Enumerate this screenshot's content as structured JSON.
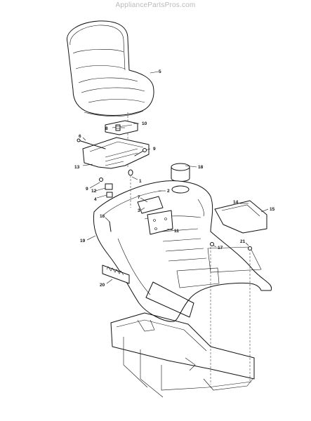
{
  "watermark": "AppliancePartsPros.com",
  "callouts": [
    {
      "id": "c5",
      "label": "5"
    },
    {
      "id": "c8",
      "label": "8"
    },
    {
      "id": "c10",
      "label": "10"
    },
    {
      "id": "c6",
      "label": "6"
    },
    {
      "id": "c9a",
      "label": "9"
    },
    {
      "id": "c13",
      "label": "13"
    },
    {
      "id": "c18",
      "label": "18"
    },
    {
      "id": "c1",
      "label": "1"
    },
    {
      "id": "c9b",
      "label": "9"
    },
    {
      "id": "c12",
      "label": "12"
    },
    {
      "id": "c4",
      "label": "4"
    },
    {
      "id": "c2",
      "label": "2"
    },
    {
      "id": "c7",
      "label": "7"
    },
    {
      "id": "c3",
      "label": "3"
    },
    {
      "id": "c14",
      "label": "14"
    },
    {
      "id": "c15",
      "label": "15"
    },
    {
      "id": "c16",
      "label": "16"
    },
    {
      "id": "c11",
      "label": "11"
    },
    {
      "id": "c19",
      "label": "19"
    },
    {
      "id": "c17",
      "label": "17"
    },
    {
      "id": "c21",
      "label": "21"
    },
    {
      "id": "c20",
      "label": "20"
    }
  ]
}
